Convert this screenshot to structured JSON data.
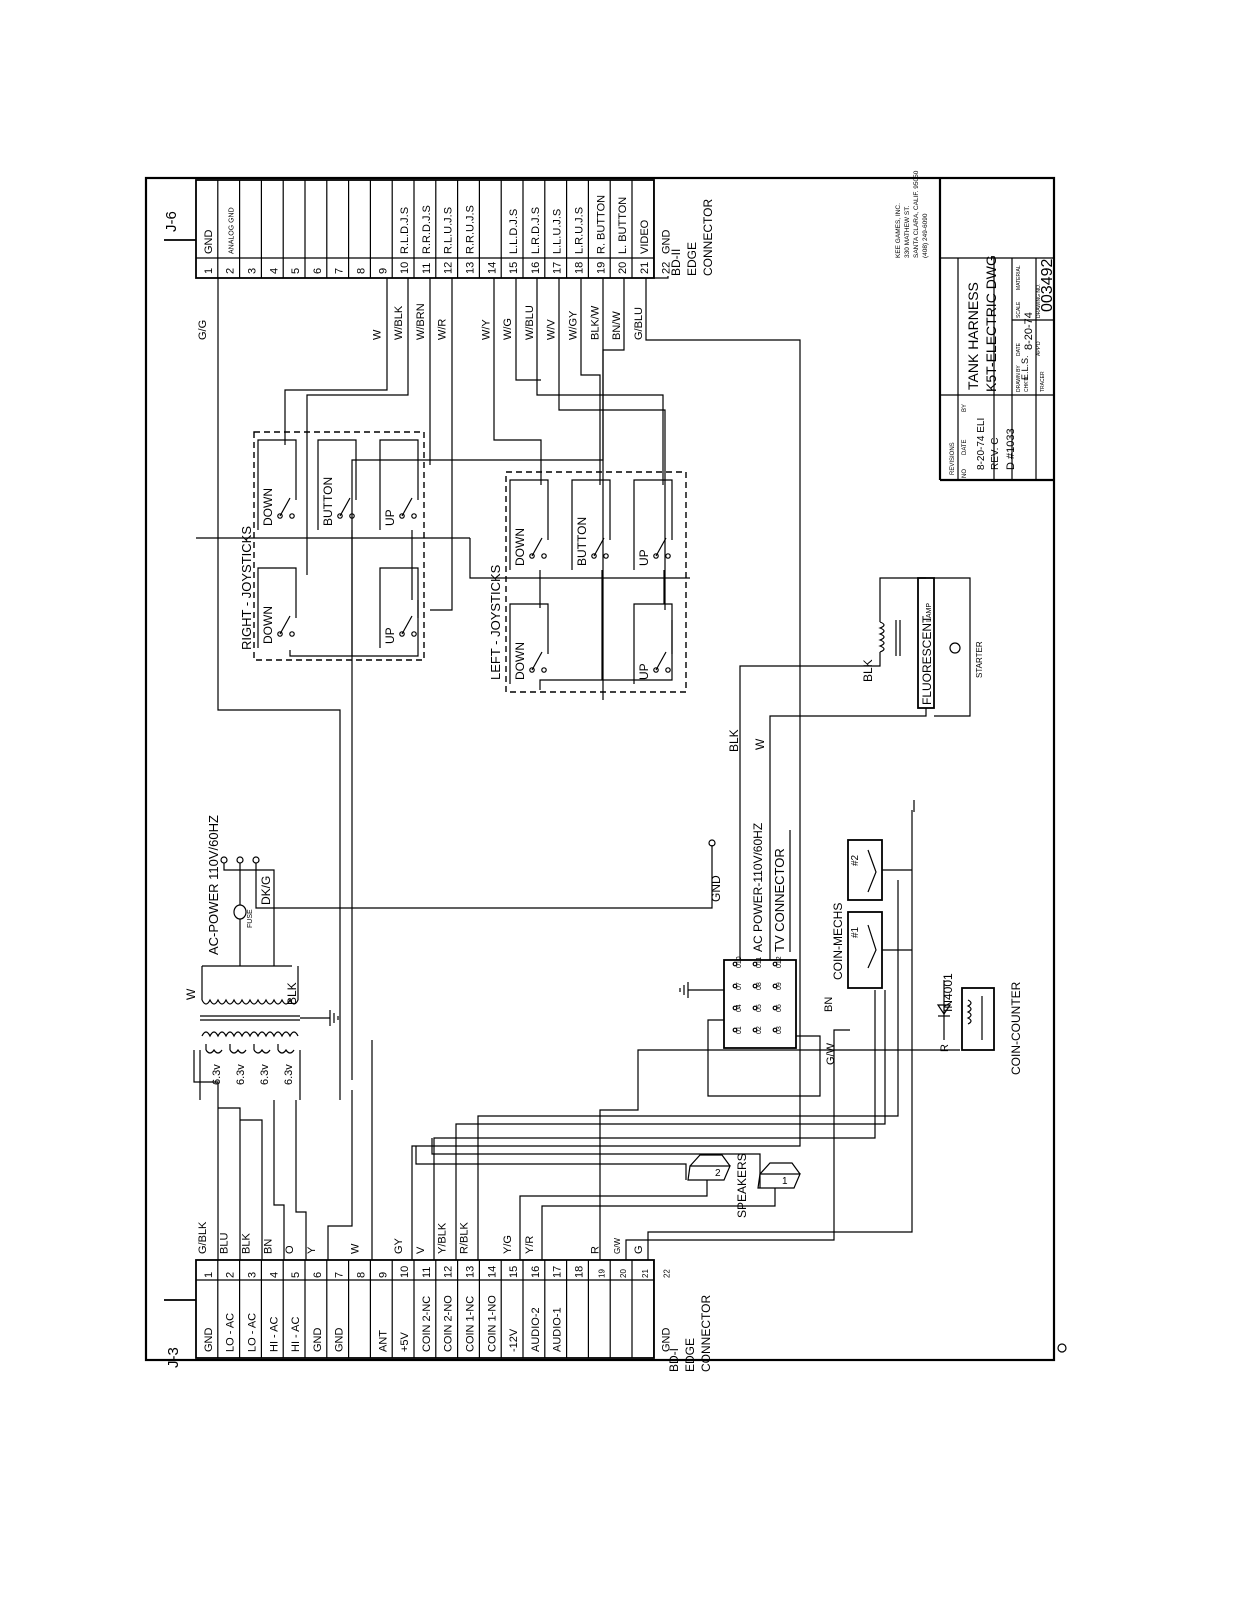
{
  "drawing": {
    "title_block": {
      "company_lines": [
        "KEE GAMES, INC.",
        "330 MATHEW ST.",
        "SANTA CLARA, CALIF. 95050",
        "(408) 249-6090"
      ],
      "title_line1": "TANK HARNESS",
      "title_line2": "K5T-ELECTRIC DWG",
      "revisions_header": "REVISIONS",
      "rev_col_no": "NO",
      "rev_col_date": "DATE",
      "rev_col_by": "BY",
      "rev_entries": [
        "8-20-74 ELI",
        "REV. C",
        "D #1033"
      ],
      "drawn_by_label": "DRAWN BY",
      "drawn_by_value": "E.L.S.",
      "date_label": "DATE",
      "date_value": "8-20-74",
      "scale_label": "SCALE",
      "material_label": "MATERIAL",
      "drawing_no_label": "DRAWING NO.",
      "drawing_no": "003492",
      "appd_label": "APP'D",
      "tracer_label": "TRACER",
      "checked_label": "CHK'D"
    },
    "connector_j3": {
      "name": "J-3",
      "caption_1": "BD-I",
      "caption_2": "EDGE",
      "caption_3": "CONNECTOR",
      "pins": [
        {
          "label": "GND",
          "num": "1",
          "wire": "G/BLK"
        },
        {
          "label": "LO - AC",
          "num": "2",
          "wire": "BLU"
        },
        {
          "label": "LO - AC",
          "num": "3",
          "wire": "BLK"
        },
        {
          "label": "HI - AC",
          "num": "4",
          "wire": "BN"
        },
        {
          "label": "HI - AC",
          "num": "5",
          "wire": "O"
        },
        {
          "label": "GND",
          "num": "6",
          "wire": "Y"
        },
        {
          "label": "GND",
          "num": "7",
          "wire": ""
        },
        {
          "label": "",
          "num": "8",
          "wire": "W"
        },
        {
          "label": "ANT",
          "num": "9",
          "wire": ""
        },
        {
          "label": "+5V",
          "num": "10",
          "wire": "GY"
        },
        {
          "label": "COIN 2-NC",
          "num": "11",
          "wire": "V"
        },
        {
          "label": "COIN 2-NO",
          "num": "12",
          "wire": "Y/BLK"
        },
        {
          "label": "COIN 1-NC",
          "num": "13",
          "wire": "R/BLK"
        },
        {
          "label": "COIN 1-NO",
          "num": "14",
          "wire": ""
        },
        {
          "label": "-12V",
          "num": "15",
          "wire": "Y/G"
        },
        {
          "label": "AUDIO-2",
          "num": "16",
          "wire": "Y/R"
        },
        {
          "label": "AUDIO-1",
          "num": "17",
          "wire": ""
        },
        {
          "label": "",
          "num": "18",
          "wire": ""
        },
        {
          "label": "",
          "num": "19",
          "wire": "R"
        },
        {
          "label": "",
          "num": "20",
          "wire": "G/W"
        },
        {
          "label": "",
          "num": "21",
          "wire": "G"
        },
        {
          "label": "GND",
          "num": "22",
          "wire": ""
        }
      ]
    },
    "connector_j6": {
      "name": "J-6",
      "caption_1": "BD-II",
      "caption_2": "EDGE",
      "caption_3": "CONNECTOR",
      "pins": [
        {
          "label": "GND",
          "num": "1",
          "wire": "G/G"
        },
        {
          "label": "ANALOG GND",
          "num": "2",
          "wire": ""
        },
        {
          "label": "",
          "num": "3",
          "wire": ""
        },
        {
          "label": "",
          "num": "4",
          "wire": ""
        },
        {
          "label": "",
          "num": "5",
          "wire": ""
        },
        {
          "label": "",
          "num": "6",
          "wire": ""
        },
        {
          "label": "",
          "num": "7",
          "wire": ""
        },
        {
          "label": "",
          "num": "8",
          "wire": ""
        },
        {
          "label": "",
          "num": "9",
          "wire": "W"
        },
        {
          "label": "R.L.D.J.S",
          "num": "10",
          "wire": "W/BLK"
        },
        {
          "label": "R.R.D.J.S",
          "num": "11",
          "wire": "W/BRN"
        },
        {
          "label": "R.L.U.J.S",
          "num": "12",
          "wire": "W/R"
        },
        {
          "label": "R.R.U.J.S",
          "num": "13",
          "wire": ""
        },
        {
          "label": "",
          "num": "14",
          "wire": "W/Y"
        },
        {
          "label": "L.L.D.J.S",
          "num": "15",
          "wire": "W/G"
        },
        {
          "label": "L.R.D.J.S",
          "num": "16",
          "wire": "W/BLU"
        },
        {
          "label": "L.L.U.J.S",
          "num": "17",
          "wire": "W/V"
        },
        {
          "label": "L.R.U.J.S",
          "num": "18",
          "wire": "W/GY"
        },
        {
          "label": "R. BUTTON",
          "num": "19",
          "wire": "BLK/W"
        },
        {
          "label": "L. BUTTON",
          "num": "20",
          "wire": "BN/W"
        },
        {
          "label": "VIDEO",
          "num": "21",
          "wire": "G/BLU"
        },
        {
          "label": "GND",
          "num": "22",
          "wire": ""
        }
      ]
    },
    "labels": {
      "ac_power": "AC-POWER 110V/60HZ",
      "fuse": "FUSE",
      "dk_g": "DK/G",
      "blk": "BLK",
      "w": "W",
      "gnd": "GND",
      "transformer_taps": [
        "6.3v",
        "6.3v",
        "6.3v",
        "6.3v"
      ],
      "speakers": "SPEAKERS",
      "speaker_1": "1",
      "speaker_2": "2",
      "tv_connector_1": "AC POWER-110V/60HZ",
      "tv_connector_2": "TV CONNECTOR",
      "tv_pins": [
        "01",
        "02",
        "03",
        "04",
        "05",
        "06",
        "07",
        "08",
        "09",
        "010",
        "011",
        "012"
      ],
      "coin_mechs": "COIN-MECHS",
      "coin_mech_1": "#1",
      "coin_mech_2": "#2",
      "diode": "IN4001",
      "coin_counter": "COIN-COUNTER",
      "r": "R",
      "bn": "BN",
      "g_w": "G/W",
      "fluorescent": "FLUORESCENT",
      "lamp": "LAMP",
      "starter": "STARTER",
      "right_joysticks": "RIGHT - JOYSTICKS",
      "left_joysticks": "LEFT - JOYSTICKS",
      "switch_down": "DOWN",
      "switch_up": "UP",
      "switch_button": "BUTTON",
      "blk_power": "BLK",
      "w_power": "W"
    }
  }
}
